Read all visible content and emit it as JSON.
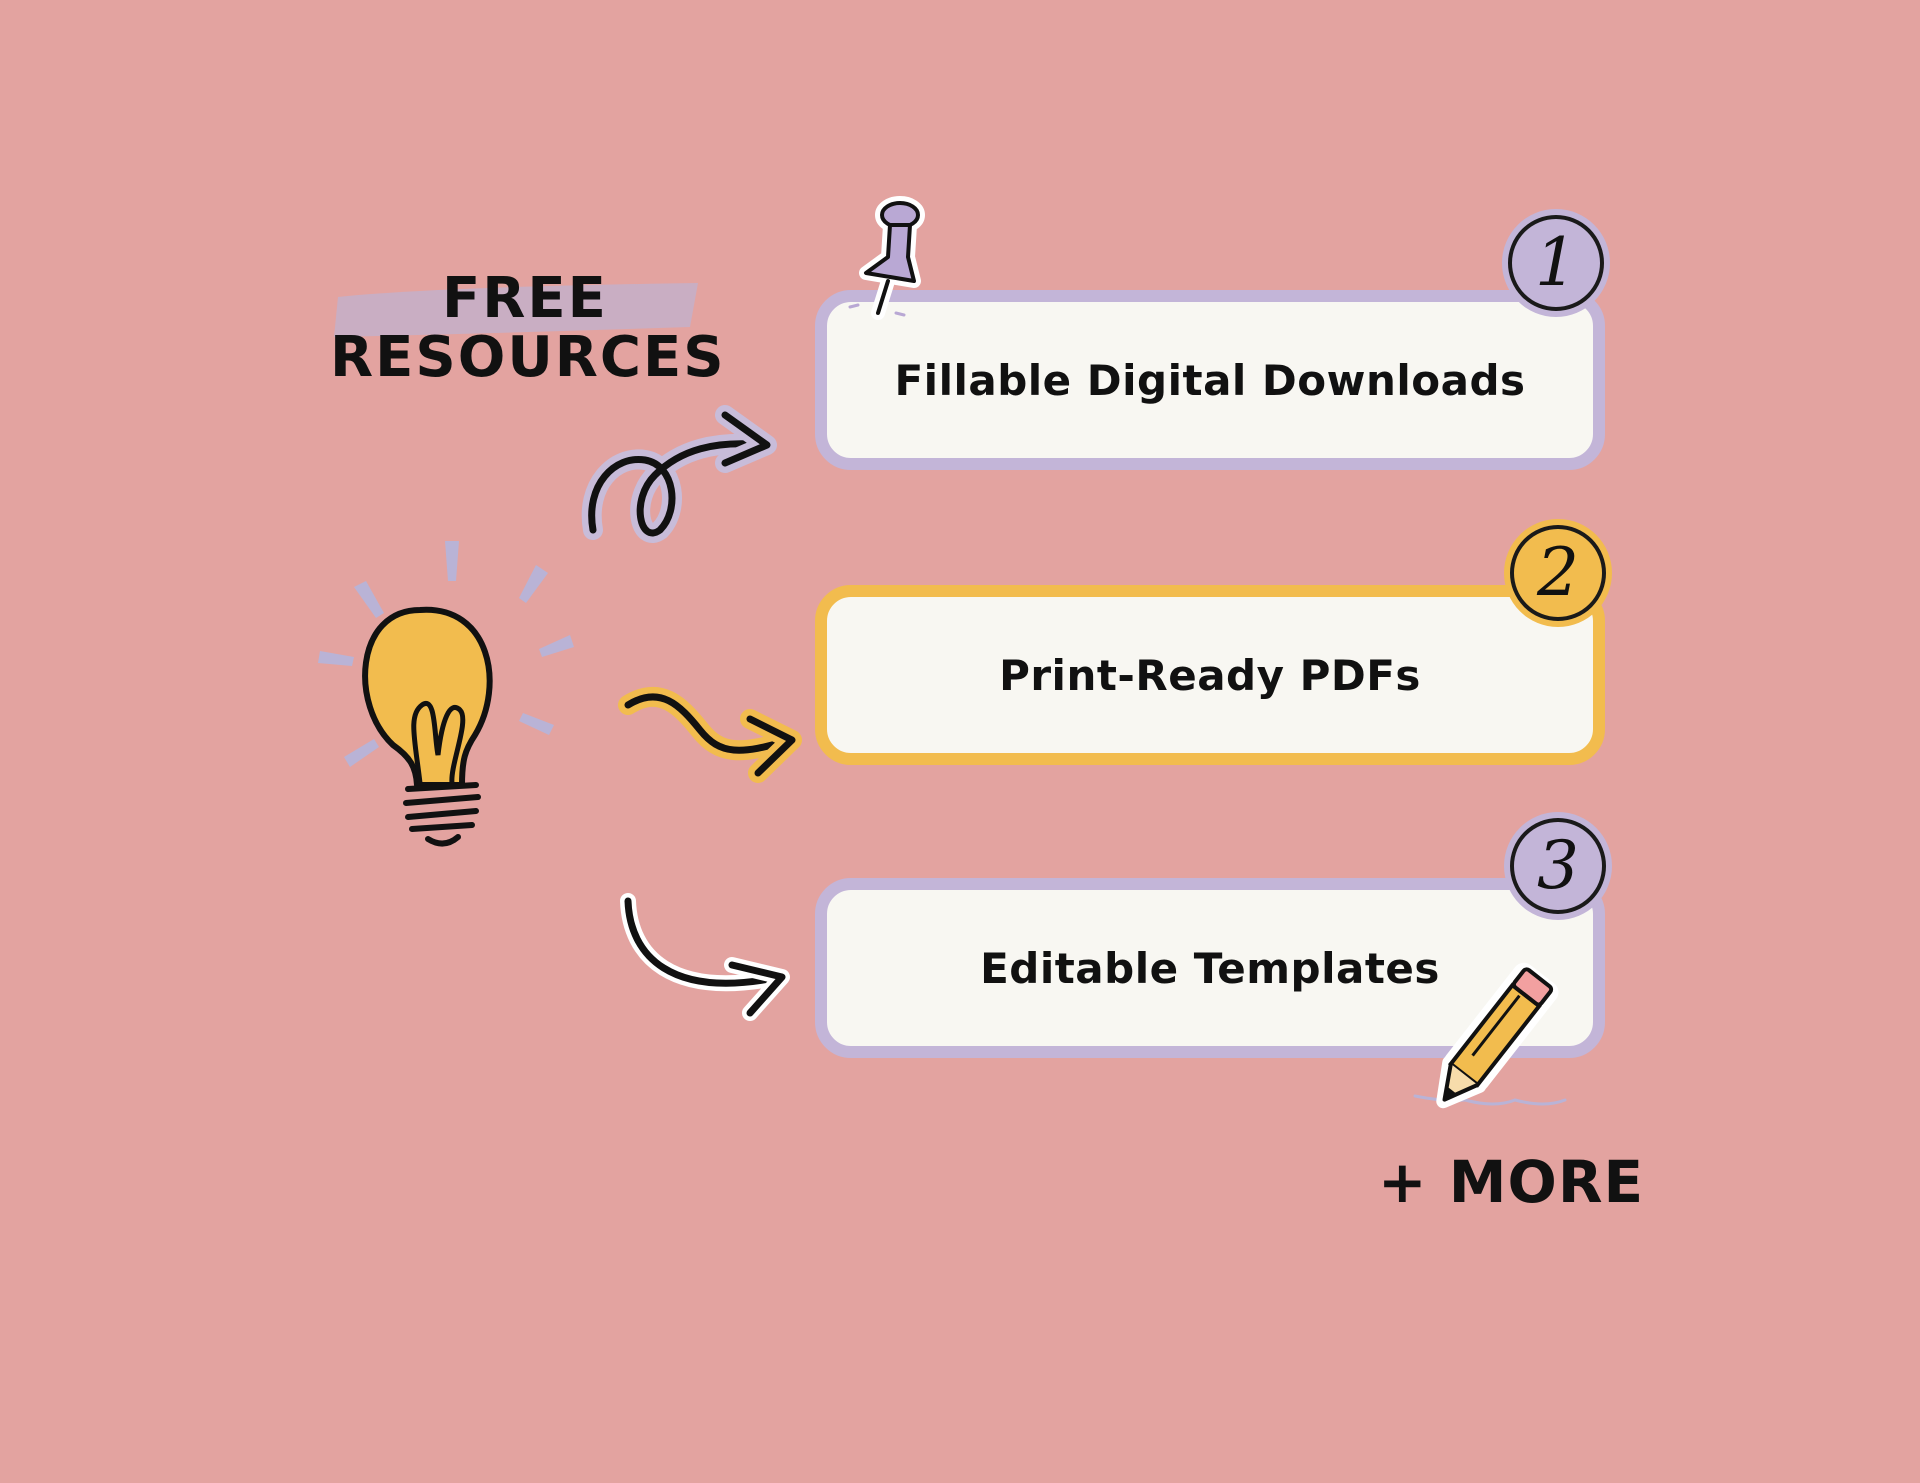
{
  "heading": {
    "line1": "FREE",
    "line2": "RESOURCES"
  },
  "colors": {
    "background": "#e3a3a0",
    "card_fill": "#f8f7f2",
    "lavender": "#c3b5d8",
    "yellow": "#f2bc4e",
    "ink": "#111111"
  },
  "items": [
    {
      "number": "1",
      "label": "Fillable Digital Downloads",
      "accent": "#c3b5d8"
    },
    {
      "number": "2",
      "label": "Print-Ready PDFs",
      "accent": "#f2bc4e"
    },
    {
      "number": "3",
      "label": "Editable Templates",
      "accent": "#c3b5d8"
    }
  ],
  "more_label": "+ MORE",
  "icons": [
    "lightbulb-icon",
    "pushpin-icon",
    "pencil-icon",
    "arrow-icon"
  ]
}
